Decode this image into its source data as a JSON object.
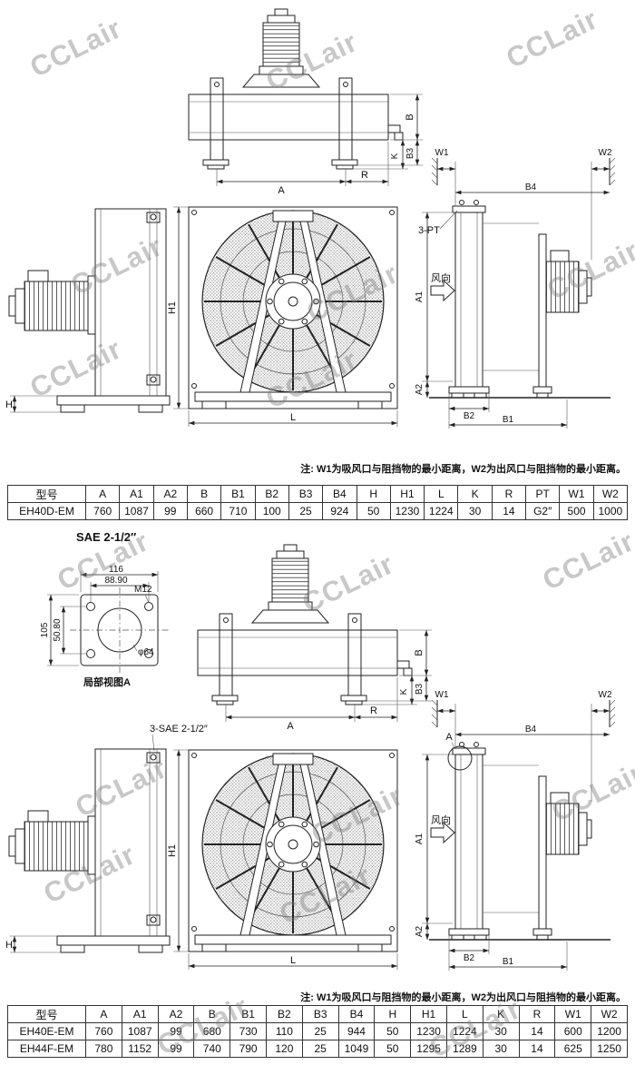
{
  "watermark": "CCLair",
  "colors": {
    "line": "#222222",
    "text": "#111111",
    "watermark": "#7d7d7d"
  },
  "dims": {
    "A": "A",
    "A1": "A1",
    "A2": "A2",
    "B": "B",
    "B1": "B1",
    "B2": "B2",
    "B3": "B3",
    "B4": "B4",
    "H": "H",
    "H1": "H1",
    "K": "K",
    "L": "L",
    "R": "R",
    "W1": "W1",
    "W2": "W2"
  },
  "labels": {
    "pt": "3-PT",
    "wind_direction": "风向",
    "sae_port": "3-SAE 2-1/2″",
    "detail_a": "A"
  },
  "sae_detail": {
    "title": "SAE 2-1/2″",
    "caption": "局部视图A",
    "dim_width": "116",
    "dim_bolt_h": "88.90",
    "thread": "M12",
    "dim_height": "105",
    "dim_bolt_v": "50.80",
    "port_dia": "φ64"
  },
  "notes": {
    "note1": "注: W1为吸风口与阻挡物的最小距离，W2为出风口与阻挡物的最小距离。",
    "note2": "注: W1为吸风口与阻挡物的最小距离，W2为出风口与阻挡物的最小距离。"
  },
  "table1": {
    "headers": [
      "型号",
      "A",
      "A1",
      "A2",
      "B",
      "B1",
      "B2",
      "B3",
      "B4",
      "H",
      "H1",
      "L",
      "K",
      "R",
      "PT",
      "W1",
      "W2"
    ],
    "rows": [
      [
        "EH40D-EM",
        "760",
        "1087",
        "99",
        "660",
        "710",
        "100",
        "25",
        "924",
        "50",
        "1230",
        "1224",
        "30",
        "14",
        "G2″",
        "500",
        "1000"
      ]
    ]
  },
  "table2": {
    "headers": [
      "型号",
      "A",
      "A1",
      "A2",
      "B",
      "B1",
      "B2",
      "B3",
      "B4",
      "H",
      "H1",
      "L",
      "K",
      "R",
      "W1",
      "W2"
    ],
    "rows": [
      [
        "EH40E-EM",
        "760",
        "1087",
        "99",
        "680",
        "730",
        "110",
        "25",
        "944",
        "50",
        "1230",
        "1224",
        "30",
        "14",
        "600",
        "1200"
      ],
      [
        "EH44F-EM",
        "780",
        "1152",
        "99",
        "740",
        "790",
        "120",
        "25",
        "1049",
        "50",
        "1295",
        "1289",
        "30",
        "14",
        "625",
        "1250"
      ]
    ]
  }
}
